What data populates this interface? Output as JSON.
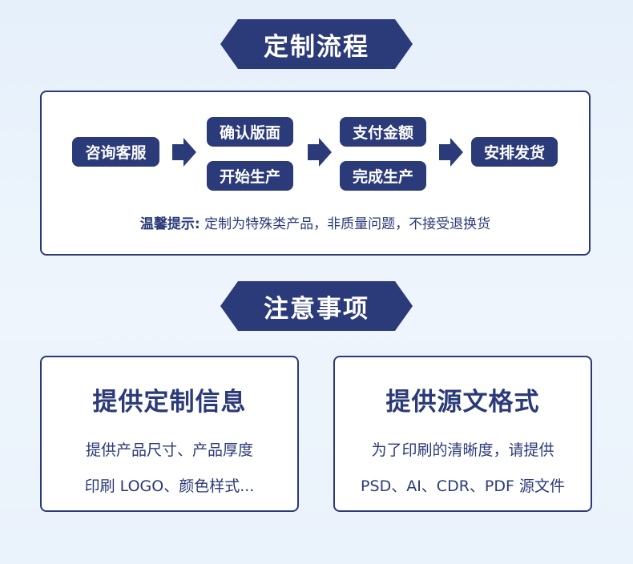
{
  "process": {
    "title": "定制流程",
    "steps": {
      "consult": "咨询客服",
      "confirm_layout": "确认版面",
      "start_production": "开始生产",
      "pay_amount": "支付金额",
      "complete_production": "完成生产",
      "arrange_shipping": "安排发货"
    },
    "tip_label": "温馨提示:",
    "tip_text": " 定制为特殊类产品，非质量问题，不接受退换货"
  },
  "notes": {
    "title": "注意事项",
    "cards": [
      {
        "title": "提供定制信息",
        "line1": "提供产品尺寸、产品厚度",
        "line2": "印刷 LOGO、颜色样式..."
      },
      {
        "title": "提供源文格式",
        "line1": "为了印刷的清晰度，请提供",
        "line2": "PSD、AI、CDR、PDF 源文件"
      }
    ]
  },
  "colors": {
    "primary": "#2b3a78",
    "background": "#e6f0fb"
  },
  "icons": [
    "arrow-right-icon"
  ]
}
